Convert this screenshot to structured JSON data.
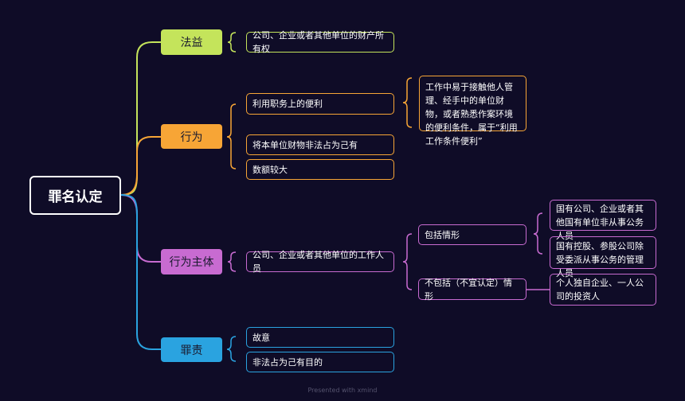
{
  "root": {
    "label": "罪名认定"
  },
  "branches": {
    "fayi": {
      "label": "法益",
      "color": "#c4e45b",
      "items": [
        "公司、企业或者其他单位的财产所有权"
      ]
    },
    "xingwei": {
      "label": "行为",
      "color": "#f7a536",
      "items": [
        "利用职务上的便利",
        "将本单位财物非法占为己有",
        "数额较大"
      ],
      "note": "工作中易于接触他人管理、经手中的单位财物，或者熟悉作案环境的便利条件，属于“利用工作条件便利”"
    },
    "zhuti": {
      "label": "行为主体",
      "color": "#c86bd1",
      "item": "公司、企业或者其他单位的工作人员",
      "include": {
        "label": "包括情形",
        "items": [
          "国有公司、企业或者其他国有单位非从事公务人员",
          "国有控股、参股公司除受委派从事公务的管理人员"
        ]
      },
      "exclude": {
        "label": "不包括（不宜认定）情形",
        "items": [
          "个人独自企业、一人公司的投资人"
        ]
      }
    },
    "zuize": {
      "label": "罪责",
      "color": "#2aa3e0",
      "items": [
        "故意",
        "非法占为己有目的"
      ]
    }
  },
  "footer": {
    "text": "Presented with xmind"
  }
}
